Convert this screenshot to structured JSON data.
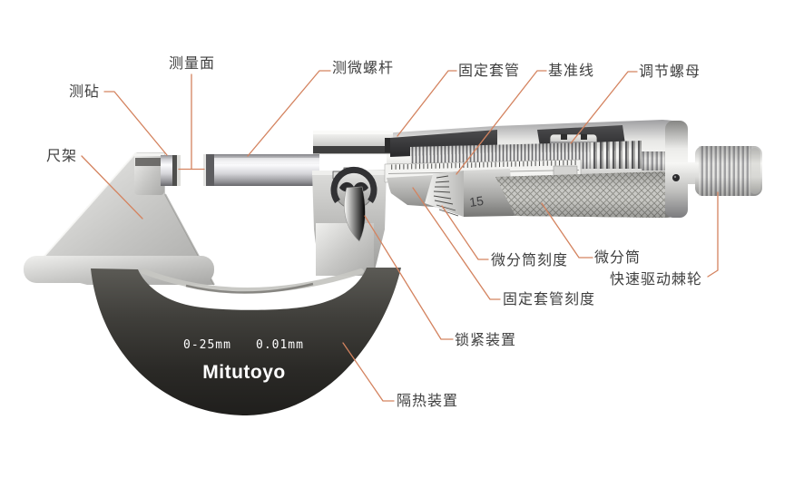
{
  "theme": {
    "bg": "#ffffff",
    "leader": "#d4835f",
    "label": "#404040",
    "brand_text": "#ffffff"
  },
  "labels": {
    "frame": {
      "text": "尺架"
    },
    "anvil": {
      "text": "测砧"
    },
    "measuring_face": {
      "text": "测量面"
    },
    "spindle": {
      "text": "测微螺杆"
    },
    "sleeve": {
      "text": "固定套管"
    },
    "datum_line": {
      "text": "基准线"
    },
    "adjusting_nut": {
      "text": "调节螺母"
    },
    "thimble_scale": {
      "text": "微分筒刻度"
    },
    "thimble": {
      "text": "微分筒"
    },
    "ratchet": {
      "text": "快速驱动棘轮"
    },
    "sleeve_scale": {
      "text": "固定套管刻度"
    },
    "lock": {
      "text": "锁紧装置"
    },
    "heat_shield": {
      "text": "隔热装置"
    }
  },
  "device": {
    "brand": "Mitutoyo",
    "range_text": "0-25mm",
    "resolution_text": "0.01mm",
    "thimble_reading": "15"
  }
}
